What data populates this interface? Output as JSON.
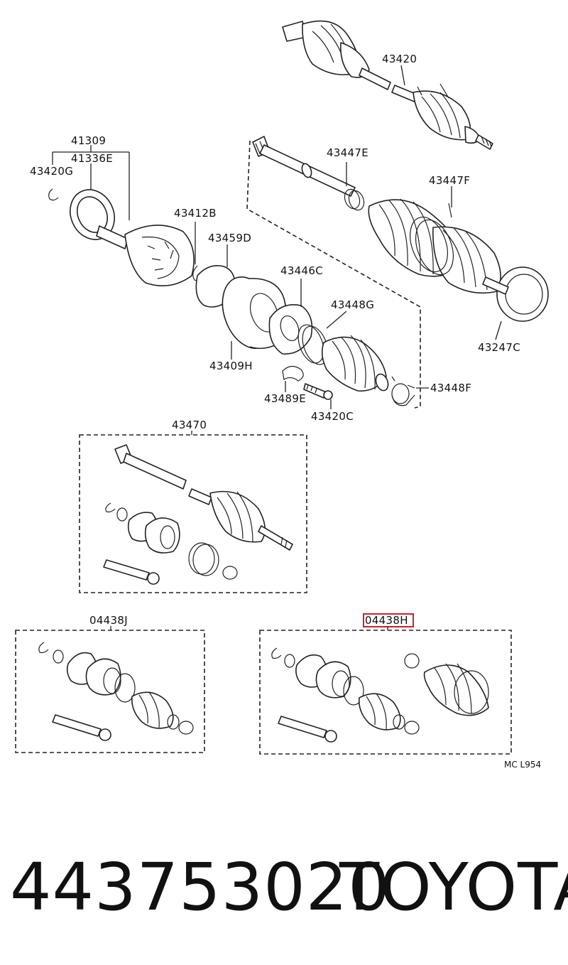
{
  "accent_color": "#d0202a",
  "labels": {
    "p43420": "43420",
    "p41309": "41309",
    "p41336E": "41336E",
    "p43420G": "43420G",
    "p43412B": "43412B",
    "p43459D": "43459D",
    "p43447E": "43447E",
    "p43447F": "43447F",
    "p43446C": "43446C",
    "p43448G": "43448G",
    "p43409H": "43409H",
    "p43489E": "43489E",
    "p43420C": "43420C",
    "p43448F": "43448F",
    "p43247C": "43247C",
    "p43470": "43470",
    "p04438J": "04438J",
    "p04438H": "04438H"
  },
  "highlighted_part": "04438H",
  "diagram_code": "MC L954",
  "footer": {
    "part_number": "443753020",
    "brand": "TOYOTA"
  }
}
